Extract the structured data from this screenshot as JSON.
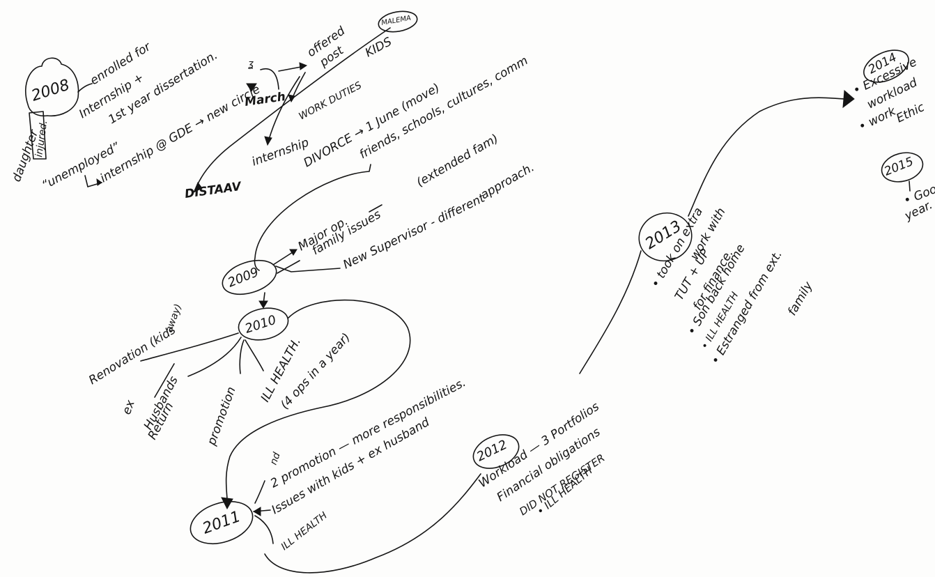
{
  "nodes": {
    "y2008": "2008",
    "y2009": "2009",
    "y2010": "2010",
    "y2011": "2011",
    "y2012": "2012",
    "y2013": "2013",
    "y2014": "2014",
    "y2015": "2015"
  },
  "cluster2008": {
    "daughter": "daughter",
    "injured": "injured.",
    "enrolled_line1": "enrolled for",
    "enrolled_line2": "Internship +",
    "enrolled_line3": "1st year dissertation.",
    "unemployed": "“unemployed”",
    "internship_gde": "internship @ GDE → new circle",
    "march": "March",
    "offered": "offered",
    "post": "post",
    "kids": "KIDS",
    "malema": "MALEMA",
    "work_duties": "WORK DUTIES",
    "internship": "internship",
    "distaav": "DISTAAV",
    "divorce": "DIVORCE → 1 June (move)",
    "friends": "friends, schools, cultures, comm",
    "extended": "(extended fam)"
  },
  "cluster2009": {
    "major_op": "Major op.",
    "family_issues": "family issues",
    "new_supervisor": "New Supervisor - different",
    "approach": "approach."
  },
  "cluster2010": {
    "renovation": "Renovation (kids",
    "away": "away)",
    "ex": "ex",
    "husbands": "Husbands",
    "return": "Return",
    "promotion": "promotion",
    "ill_health": "ILL HEALTH.",
    "ops": "(4 ops in a year)"
  },
  "cluster2011": {
    "nd": "nd",
    "second_promotion": "2   promotion — more responsibilities.",
    "issues": "Issues with kids + ex husband",
    "ill_health": "ILL HEALTH"
  },
  "cluster2012": {
    "workload": "Workload — 3 Portfolios",
    "financial": "Financial obligations",
    "not_register": "DID NOT REGISTER",
    "ill_health": "• ILL HEALTH"
  },
  "cluster2013": {
    "took_extra": "• took on extra",
    "work_with": "work with",
    "tut": "TUT + UP",
    "for_finance": "for finance.",
    "son": "• Son back home",
    "ill_health": "• ILL HEALTH",
    "estranged": "• Estranged from ext.",
    "family": "family"
  },
  "cluster2014": {
    "excessive": "• Excessive",
    "workload": "workload",
    "work_ethic": "• work",
    "ethic": "Ethic"
  },
  "cluster2015": {
    "good": "• Good",
    "year": "year."
  }
}
